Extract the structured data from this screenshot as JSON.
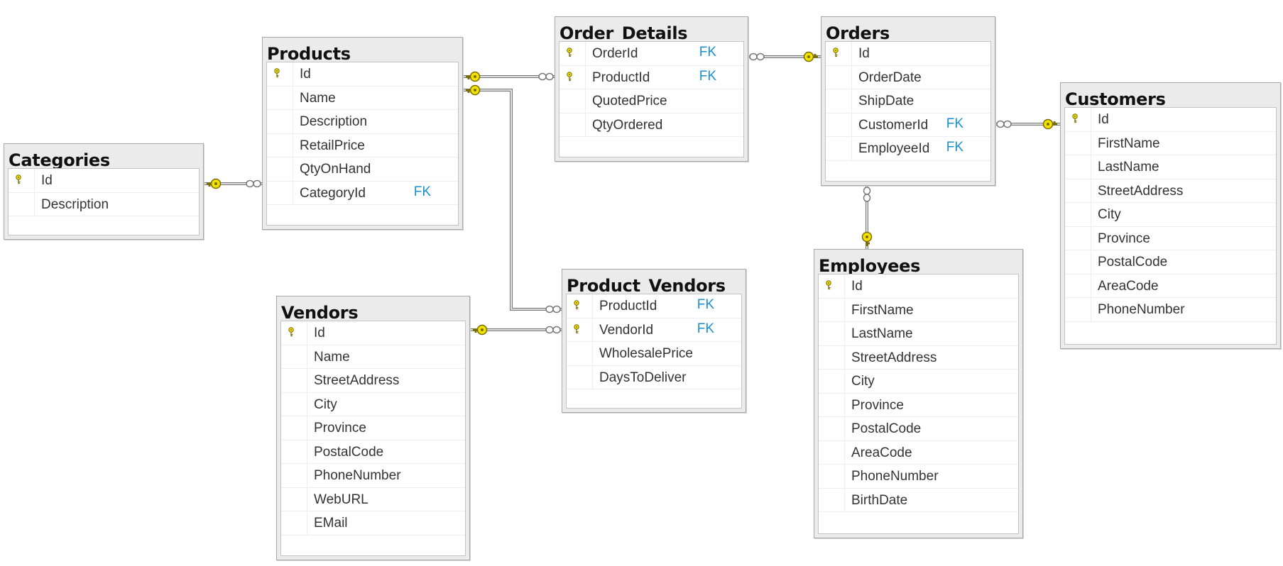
{
  "diagram": {
    "tables": [
      {
        "id": "categories",
        "title": "Categories",
        "columns": [
          {
            "name": "Id",
            "pk": true,
            "fk": false
          },
          {
            "name": "Description",
            "pk": false,
            "fk": false
          }
        ]
      },
      {
        "id": "products",
        "title": "Products",
        "columns": [
          {
            "name": "Id",
            "pk": true,
            "fk": false
          },
          {
            "name": "Name",
            "pk": false,
            "fk": false
          },
          {
            "name": "Description",
            "pk": false,
            "fk": false
          },
          {
            "name": "RetailPrice",
            "pk": false,
            "fk": false
          },
          {
            "name": "QtyOnHand",
            "pk": false,
            "fk": false
          },
          {
            "name": "CategoryId",
            "pk": false,
            "fk": true
          }
        ]
      },
      {
        "id": "order-details",
        "title": "Order_Details",
        "columns": [
          {
            "name": "OrderId",
            "pk": true,
            "fk": true
          },
          {
            "name": "ProductId",
            "pk": true,
            "fk": true
          },
          {
            "name": "QuotedPrice",
            "pk": false,
            "fk": false
          },
          {
            "name": "QtyOrdered",
            "pk": false,
            "fk": false
          }
        ]
      },
      {
        "id": "orders",
        "title": "Orders",
        "columns": [
          {
            "name": "Id",
            "pk": true,
            "fk": false
          },
          {
            "name": "OrderDate",
            "pk": false,
            "fk": false
          },
          {
            "name": "ShipDate",
            "pk": false,
            "fk": false
          },
          {
            "name": "CustomerId",
            "pk": false,
            "fk": true
          },
          {
            "name": "EmployeeId",
            "pk": false,
            "fk": true
          }
        ]
      },
      {
        "id": "customers",
        "title": "Customers",
        "columns": [
          {
            "name": "Id",
            "pk": true,
            "fk": false
          },
          {
            "name": "FirstName",
            "pk": false,
            "fk": false
          },
          {
            "name": "LastName",
            "pk": false,
            "fk": false
          },
          {
            "name": "StreetAddress",
            "pk": false,
            "fk": false
          },
          {
            "name": "City",
            "pk": false,
            "fk": false
          },
          {
            "name": "Province",
            "pk": false,
            "fk": false
          },
          {
            "name": "PostalCode",
            "pk": false,
            "fk": false
          },
          {
            "name": "AreaCode",
            "pk": false,
            "fk": false
          },
          {
            "name": "PhoneNumber",
            "pk": false,
            "fk": false
          }
        ]
      },
      {
        "id": "employees",
        "title": "Employees",
        "columns": [
          {
            "name": "Id",
            "pk": true,
            "fk": false
          },
          {
            "name": "FirstName",
            "pk": false,
            "fk": false
          },
          {
            "name": "LastName",
            "pk": false,
            "fk": false
          },
          {
            "name": "StreetAddress",
            "pk": false,
            "fk": false
          },
          {
            "name": "City",
            "pk": false,
            "fk": false
          },
          {
            "name": "Province",
            "pk": false,
            "fk": false
          },
          {
            "name": "PostalCode",
            "pk": false,
            "fk": false
          },
          {
            "name": "AreaCode",
            "pk": false,
            "fk": false
          },
          {
            "name": "PhoneNumber",
            "pk": false,
            "fk": false
          },
          {
            "name": "BirthDate",
            "pk": false,
            "fk": false
          }
        ]
      },
      {
        "id": "product-vendors",
        "title": "Product_Vendors",
        "columns": [
          {
            "name": "ProductId",
            "pk": true,
            "fk": true
          },
          {
            "name": "VendorId",
            "pk": true,
            "fk": true
          },
          {
            "name": "WholesalePrice",
            "pk": false,
            "fk": false
          },
          {
            "name": "DaysToDeliver",
            "pk": false,
            "fk": false
          }
        ]
      },
      {
        "id": "vendors",
        "title": "Vendors",
        "columns": [
          {
            "name": "Id",
            "pk": true,
            "fk": false
          },
          {
            "name": "Name",
            "pk": false,
            "fk": false
          },
          {
            "name": "StreetAddress",
            "pk": false,
            "fk": false
          },
          {
            "name": "City",
            "pk": false,
            "fk": false
          },
          {
            "name": "Province",
            "pk": false,
            "fk": false
          },
          {
            "name": "PostalCode",
            "pk": false,
            "fk": false
          },
          {
            "name": "PhoneNumber",
            "pk": false,
            "fk": false
          },
          {
            "name": "WebURL",
            "pk": false,
            "fk": false
          },
          {
            "name": "EMail",
            "pk": false,
            "fk": false
          }
        ]
      }
    ],
    "relationships": [
      {
        "one": "categories",
        "many": "products"
      },
      {
        "one": "products",
        "many": "order-details"
      },
      {
        "one": "products",
        "many": "product-vendors"
      },
      {
        "one": "orders",
        "many": "order-details"
      },
      {
        "one": "customers",
        "many": "orders"
      },
      {
        "one": "employees",
        "many": "orders"
      },
      {
        "one": "vendors",
        "many": "product-vendors"
      }
    ],
    "fk_label": "FK",
    "icons": {
      "primary_key": "key-icon",
      "one_end": "key-endpoint-icon",
      "many_end": "infinity-endpoint-icon"
    },
    "colors": {
      "key_fill": "#f2e200",
      "key_stroke": "#7a6c00",
      "fk_text": "#1b8fd1",
      "line": "#777777",
      "header": "#ebebeb"
    }
  }
}
